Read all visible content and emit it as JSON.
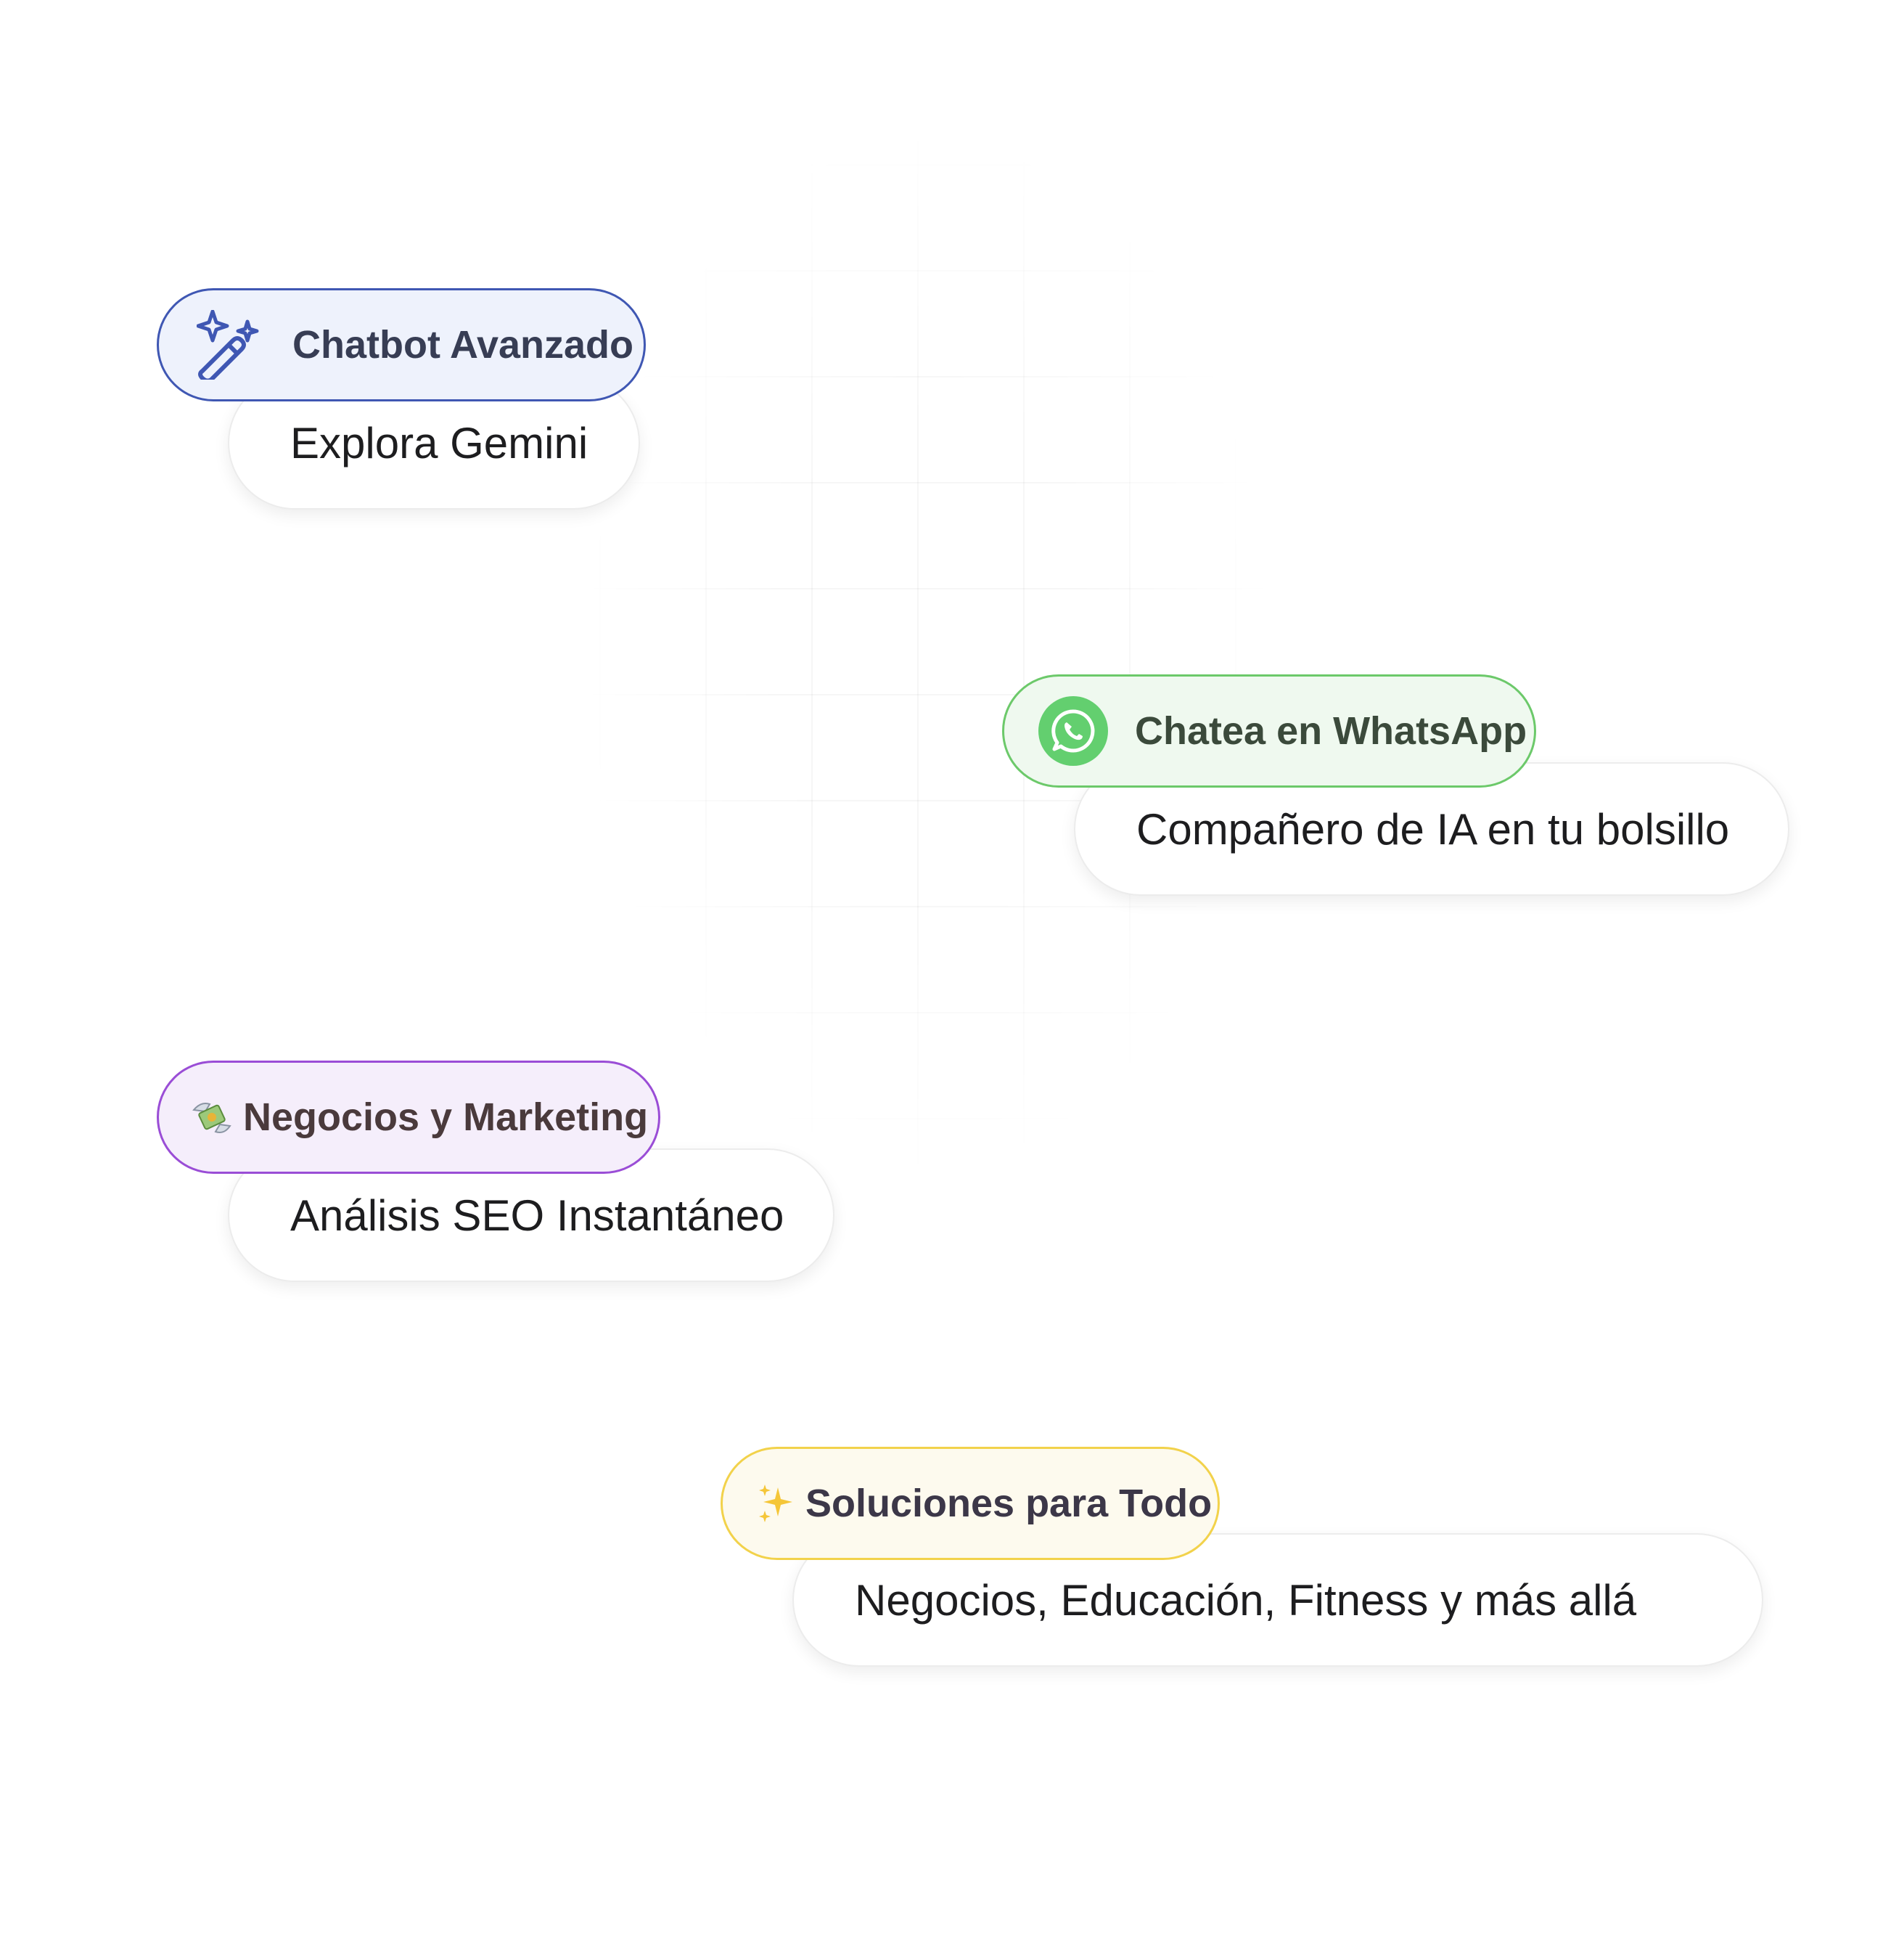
{
  "cards": [
    {
      "badge": "Chatbot Avanzado",
      "subtitle": "Explora Gemini",
      "icon": "magic-wand-sparkles-icon",
      "accent": "#3f57b3",
      "badge_bg": "#eef2fc",
      "text_color": "#373d54"
    },
    {
      "badge": "Chatea en WhatsApp",
      "subtitle": "Compañero de IA en tu bolsillo",
      "icon": "whatsapp-icon",
      "accent": "#6cc96a",
      "badge_bg": "#eff9ef",
      "text_color": "#3b4a3b"
    },
    {
      "badge": "Negocios y Marketing",
      "subtitle": "Análisis SEO Instantáneo",
      "icon": "money-with-wings-icon",
      "accent": "#9a4dd6",
      "badge_bg": "#f5eefb",
      "text_color": "#4a3a3c"
    },
    {
      "badge": "Soluciones para Todo",
      "subtitle": "Negocios, Educación, Fitness y más allá",
      "icon": "sparkles-icon",
      "accent": "#f2d24b",
      "badge_bg": "#fdfaee",
      "text_color": "#3c3748"
    }
  ]
}
